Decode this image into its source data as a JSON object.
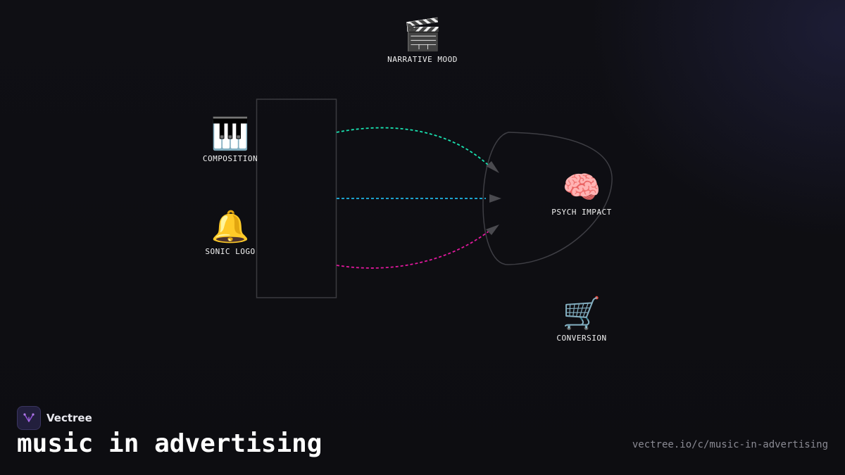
{
  "nodes": {
    "narrative_mood": {
      "icon": "clapperboard-icon",
      "glyph": "🎬",
      "label": "NARRATIVE MOOD"
    },
    "composition": {
      "icon": "piano-keyboard-icon",
      "glyph": "🎹",
      "label": "COMPOSITION"
    },
    "sonic_logo": {
      "icon": "bell-icon",
      "glyph": "🔔",
      "label": "SONIC LOGO"
    },
    "psych_impact": {
      "icon": "brain-icon",
      "glyph": "🧠",
      "label": "PSYCH IMPACT"
    },
    "conversion": {
      "icon": "shopping-cart-icon",
      "glyph": "🛒",
      "label": "CONVERSION"
    }
  },
  "connectors": [
    {
      "from": "source-box",
      "to": "impact-region",
      "color": "#19e3b1"
    },
    {
      "from": "source-box",
      "to": "impact-region",
      "color": "#1fb8e6"
    },
    {
      "from": "source-box",
      "to": "impact-region",
      "color": "#e0189c"
    }
  ],
  "colors": {
    "background": "#0e0e13",
    "outline": "#3a3a3f",
    "arrowhead": "#4a4a4f",
    "brand_logo": "#8e4fd6"
  },
  "brand": {
    "name": "Vectree",
    "logo_icon": "vectree-logo-icon"
  },
  "footer": {
    "title": "music in advertising",
    "url": "vectree.io/c/music-in-advertising"
  }
}
